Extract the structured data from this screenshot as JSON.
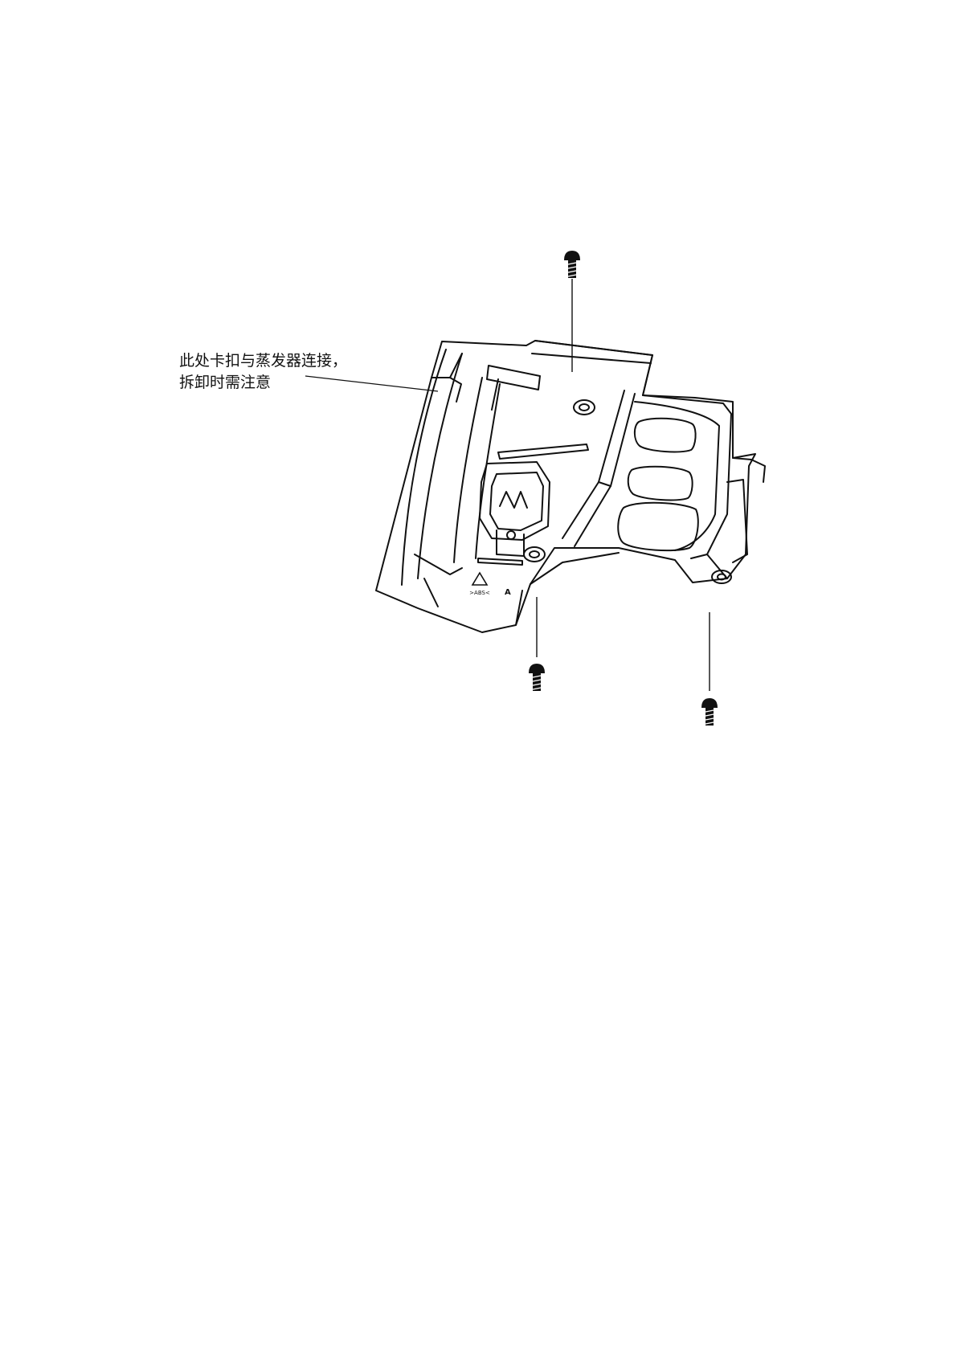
{
  "annotation": {
    "line1": "此处卡扣与蒸发器连接，",
    "line2": "拆卸时需注意"
  },
  "part_marks": {
    "letter": "A",
    "material": ">ABS<"
  },
  "colors": {
    "ink": "#111111",
    "background": "#ffffff"
  },
  "icons": [
    "screw-icon",
    "recycle-symbol-icon"
  ]
}
